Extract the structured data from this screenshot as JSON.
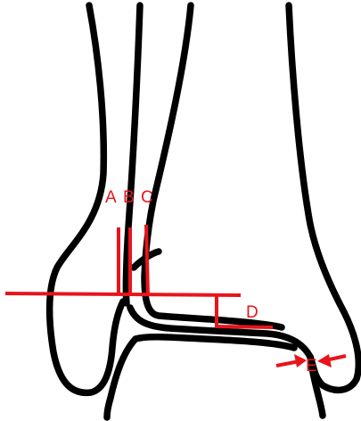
{
  "colors": {
    "outline": "#000000",
    "measurement": "#e8141c"
  },
  "labels": {
    "a": "A",
    "b": "B",
    "c": "C",
    "d": "D",
    "e": "E"
  }
}
